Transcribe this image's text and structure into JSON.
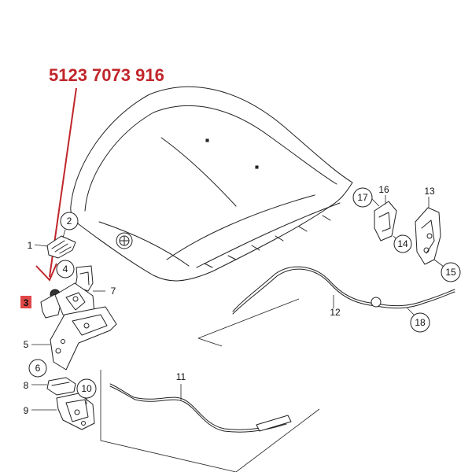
{
  "header": {
    "part_number": "5123 7073 916",
    "accent_color": "#c0262b"
  },
  "callouts": [
    {
      "key": "c1",
      "label": "1",
      "circled": false,
      "highlighted": false
    },
    {
      "key": "c2",
      "label": "2",
      "circled": true,
      "highlighted": false
    },
    {
      "key": "c3",
      "label": "3",
      "circled": false,
      "highlighted": true
    },
    {
      "key": "c4",
      "label": "4",
      "circled": true,
      "highlighted": false
    },
    {
      "key": "c5",
      "label": "5",
      "circled": false,
      "highlighted": false
    },
    {
      "key": "c6",
      "label": "6",
      "circled": true,
      "highlighted": false
    },
    {
      "key": "c7",
      "label": "7",
      "circled": false,
      "highlighted": false
    },
    {
      "key": "c8",
      "label": "8",
      "circled": false,
      "highlighted": false
    },
    {
      "key": "c9",
      "label": "9",
      "circled": false,
      "highlighted": false
    },
    {
      "key": "c10",
      "label": "10",
      "circled": true,
      "highlighted": false
    },
    {
      "key": "c11",
      "label": "11",
      "circled": false,
      "highlighted": false
    },
    {
      "key": "c12",
      "label": "12",
      "circled": false,
      "highlighted": false
    },
    {
      "key": "c13",
      "label": "13",
      "circled": false,
      "highlighted": false
    },
    {
      "key": "c14",
      "label": "14",
      "circled": true,
      "highlighted": false
    },
    {
      "key": "c15",
      "label": "15",
      "circled": true,
      "highlighted": false
    },
    {
      "key": "c16",
      "label": "16",
      "circled": false,
      "highlighted": false
    },
    {
      "key": "c17",
      "label": "17",
      "circled": true,
      "highlighted": false
    },
    {
      "key": "c18",
      "label": "18",
      "circled": true,
      "highlighted": false
    }
  ],
  "icons": [
    "hood-panel-icon",
    "emblem-icon",
    "hood-latch-icon",
    "bracket-icon",
    "cable-icon",
    "hinge-icon"
  ]
}
